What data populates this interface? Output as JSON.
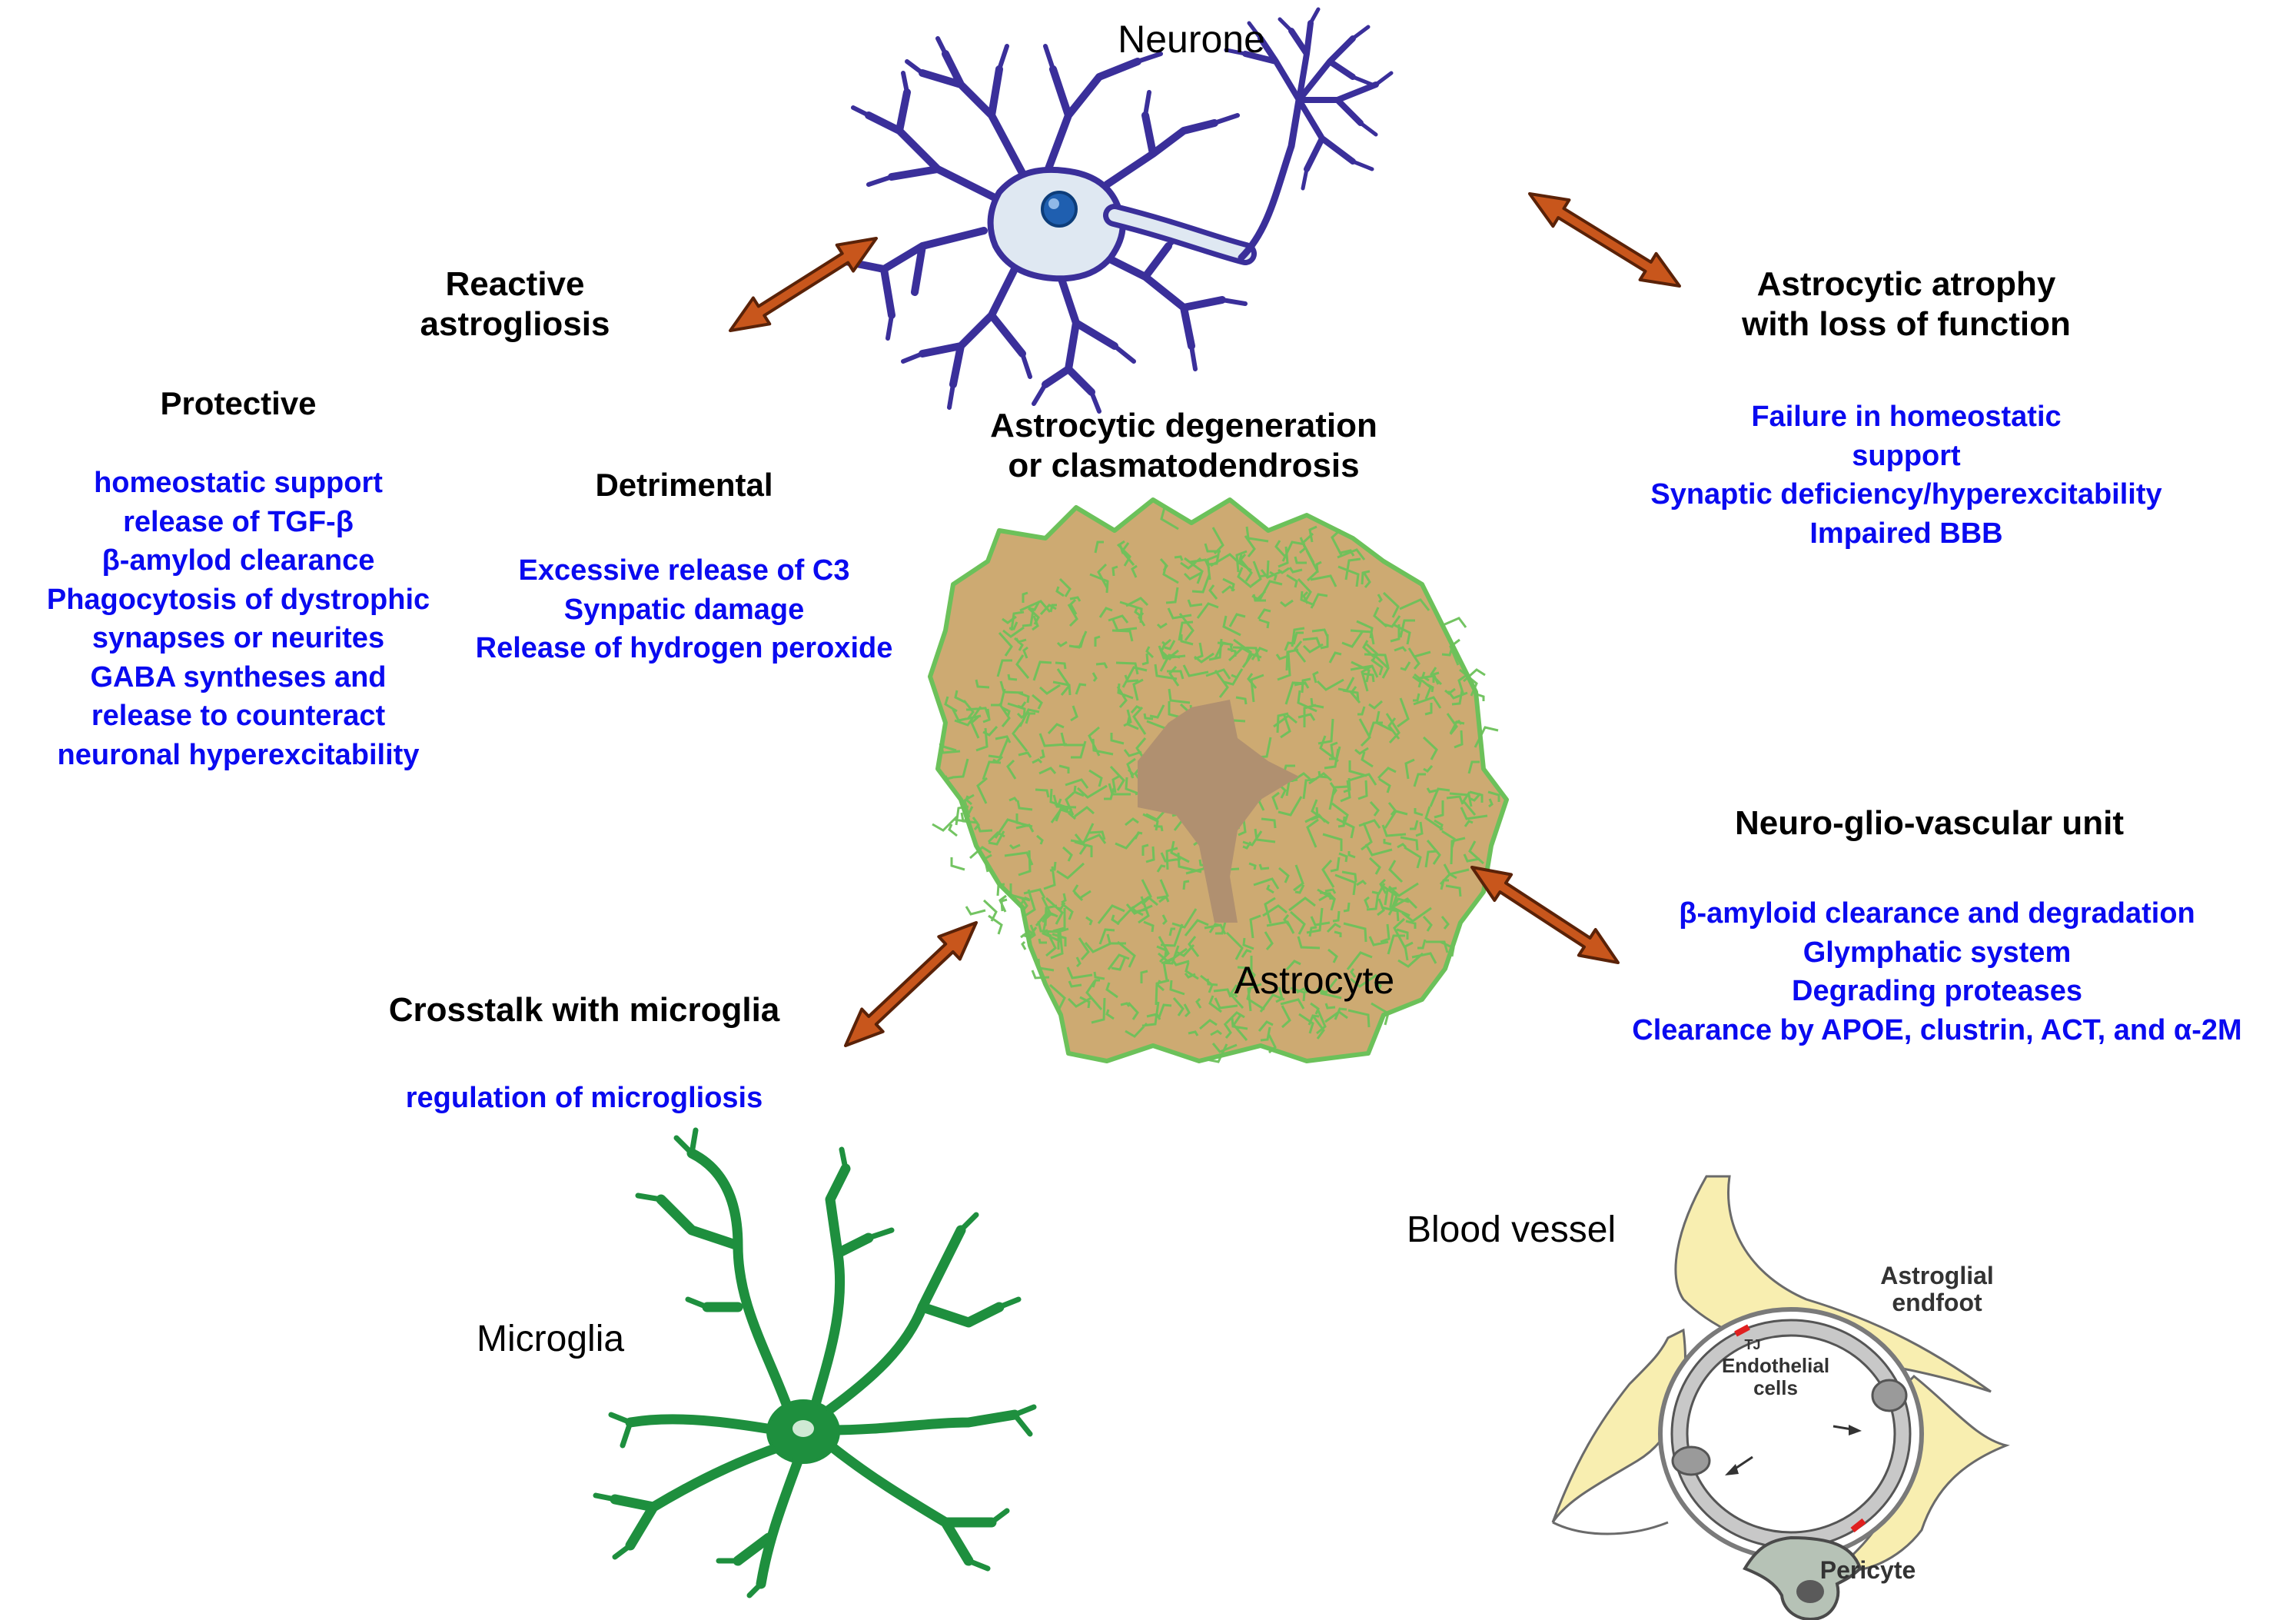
{
  "cells": {
    "neurone": "Neurone",
    "astrocyte": "Astrocyte",
    "microglia": "Microglia",
    "blood_vessel": "Blood vessel"
  },
  "reactive": {
    "title_lines": [
      "Reactive",
      "astrogliosis"
    ],
    "protective": {
      "title": "Protective",
      "items": [
        "homeostatic support",
        "release of TGF-β",
        "β-amylod clearance",
        "Phagocytosis of dystrophic",
        "synapses or neurites",
        "GABA syntheses and",
        "release to counteract",
        "neuronal hyperexcitability"
      ]
    },
    "detrimental": {
      "title": "Detrimental",
      "items": [
        "Excessive release of C3",
        "Synpatic damage",
        "Release of hydrogen peroxide"
      ]
    }
  },
  "degeneration": {
    "title_lines": [
      "Astrocytic degeneration",
      "or clasmatodendrosis"
    ]
  },
  "atrophy": {
    "title_lines": [
      "Astrocytic atrophy",
      "with loss of function"
    ],
    "items": [
      "Failure in homeostatic",
      "support",
      "Synaptic deficiency/hyperexcitability",
      "Impaired BBB"
    ]
  },
  "crosstalk": {
    "title": "Crosstalk with microglia",
    "items": [
      "regulation of microgliosis"
    ]
  },
  "ngv": {
    "title": "Neuro-glio-vascular unit",
    "items": [
      "β-amyloid clearance and degradation",
      "Glymphatic system",
      "Degrading proteases",
      "Clearance by APOE, clustrin, ACT,  and α-2M"
    ]
  },
  "vessel_labels": {
    "endfoot": [
      "Astroglial",
      "endfoot"
    ],
    "tj": "TJ",
    "endothelial": [
      "Endothelial",
      "cells"
    ],
    "pericyte": "Pericyte"
  },
  "colors": {
    "text_blue": "#0a0af0",
    "arrow_fill": "#c8561c",
    "arrow_stroke": "#5a2208",
    "neurone": "#3a2f9a",
    "neurone_soma": "#dfe8f2",
    "astro_fill": "#cdaa72",
    "astro_edge": "#6cc15a",
    "astro_soma": "#b09070",
    "microglia": "#1e8f3e",
    "endfoot": "#f8eeb0",
    "endothelium": "#c8c8c8",
    "pericyte": "#b6c2b6"
  }
}
